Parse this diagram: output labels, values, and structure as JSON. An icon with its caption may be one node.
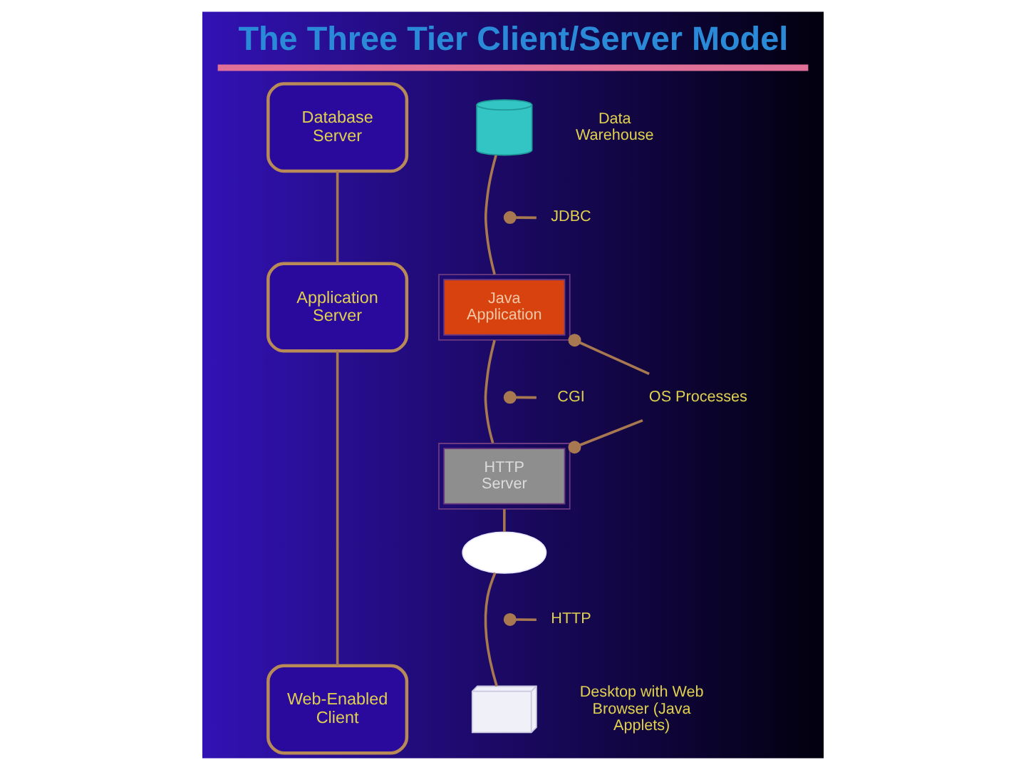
{
  "diagram": {
    "title": "The Three Tier Client/Server Model",
    "nodes": [
      {
        "text": [
          "Database Server"
        ]
      },
      {
        "text": [
          "Application Server"
        ]
      },
      {
        "text": [
          "Web-Enabled Client"
        ]
      },
      {
        "text": [],
        "shape": "cylinder",
        "beside": [
          "Data Warehouse"
        ]
      },
      {
        "text": [
          "JDBC"
        ]
      },
      {
        "text": [
          "Java Application"
        ]
      },
      {
        "text": [
          "CGI"
        ]
      },
      {
        "text": [
          "OS Processes"
        ]
      },
      {
        "text": [
          "HTTP Server"
        ]
      },
      {
        "text": [],
        "shape": "cloud"
      },
      {
        "text": [
          "HTTP"
        ]
      },
      {
        "text": [],
        "shape": "picture",
        "beside": [
          "Desktop with Web Browser (Java Applets)"
        ]
      }
    ],
    "edges": [
      {
        "from": 0,
        "to": 1,
        "arrow": "none"
      },
      {
        "from": 1,
        "to": 2,
        "arrow": "none"
      },
      {
        "from": 3,
        "to": 5,
        "arrow": "none"
      },
      {
        "from": 5,
        "to": 8,
        "arrow": "none"
      },
      {
        "from": 8,
        "to": 9,
        "arrow": "none"
      },
      {
        "from": 9,
        "to": 11,
        "arrow": "none"
      },
      {
        "from": 4,
        "to": null,
        "arrow": "other"
      },
      {
        "from": 6,
        "to": null,
        "arrow": "other"
      },
      {
        "from": 7,
        "to": 5,
        "arrow": "other"
      },
      {
        "from": 7,
        "to": 8,
        "arrow": "other"
      },
      {
        "from": 10,
        "to": null,
        "arrow": "other"
      }
    ]
  }
}
